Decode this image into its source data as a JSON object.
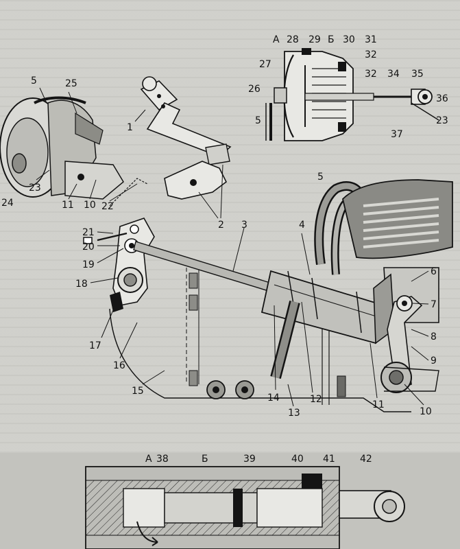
{
  "colors": {
    "ink": "#141414",
    "paper": "#cfcfca",
    "metal_light": "#e8e8e4",
    "metal_mid": "#a9a9a4",
    "metal_dark": "#4a4a48"
  },
  "labels": {
    "l5a": "5",
    "l25": "25",
    "l1": "1",
    "l23a": "23",
    "l11a": "11",
    "l10a": "10",
    "l24": "24",
    "l22": "22",
    "l2": "2",
    "l3": "3",
    "l4": "4",
    "l5b": "5",
    "l21": "21",
    "l20": "20",
    "l19": "19",
    "l18": "18",
    "l17": "17",
    "l16": "16",
    "l15": "15",
    "l14": "14",
    "l13": "13",
    "l12": "12",
    "l11b": "11",
    "l10b": "10",
    "l6": "6",
    "l7": "7",
    "l8": "8",
    "l9": "9",
    "lA1": "А",
    "l28": "28",
    "l29": "29",
    "lB1": "Б",
    "l30": "30",
    "l31": "31",
    "l32a": "32",
    "l32b": "32",
    "l27": "27",
    "l26": "26",
    "l5c": "5",
    "l34": "34",
    "l35": "35",
    "l36": "36",
    "l23b": "23",
    "l37": "37",
    "lA2": "А",
    "l38": "38",
    "lB2": "Б",
    "l39": "39",
    "l40": "40",
    "l41": "41",
    "l42": "42"
  }
}
